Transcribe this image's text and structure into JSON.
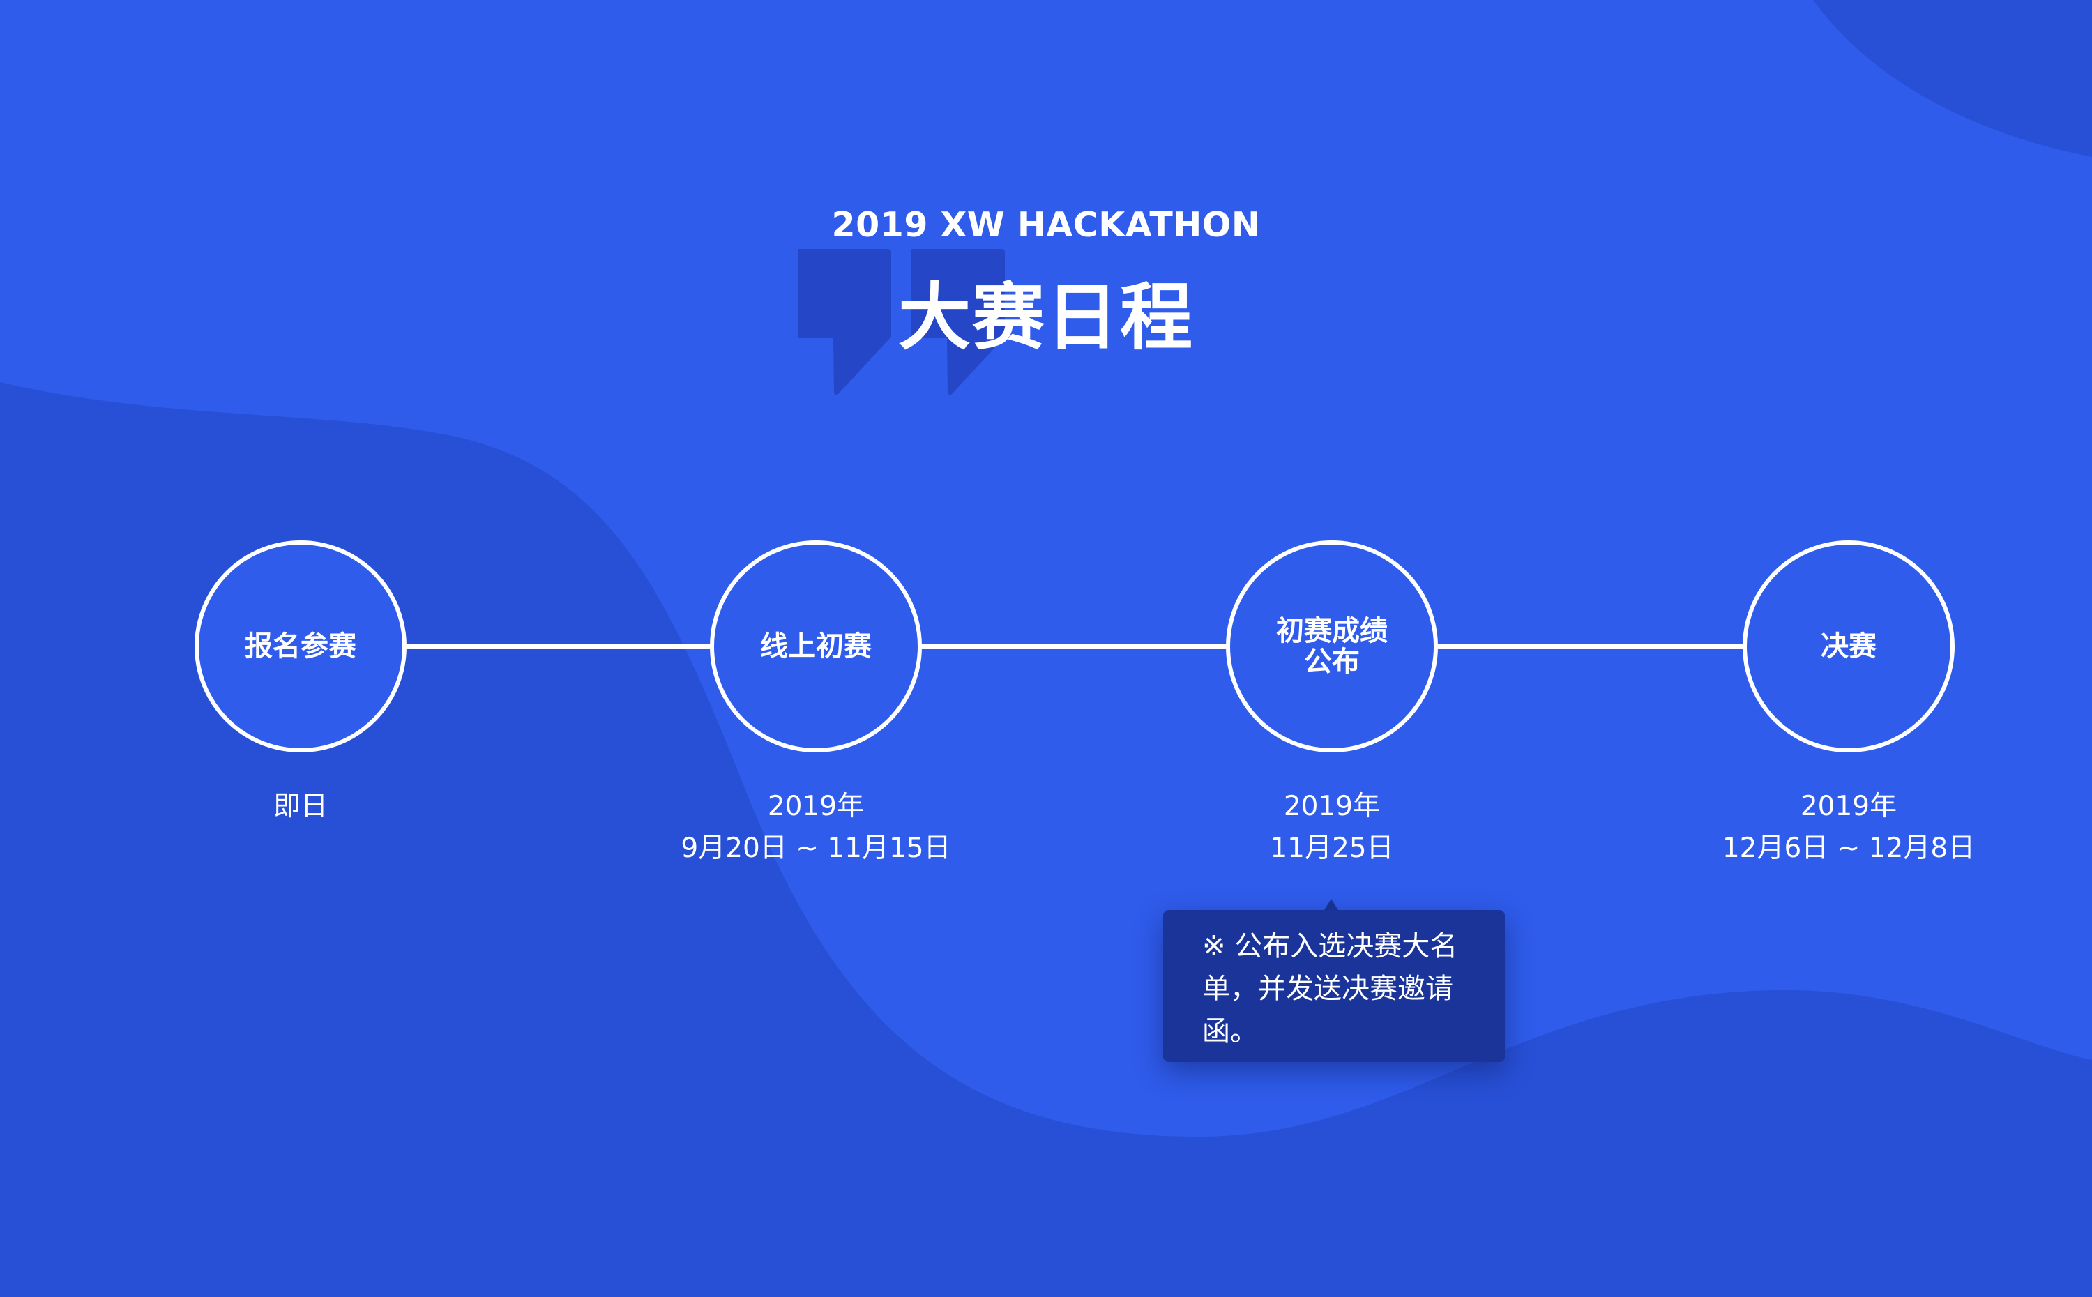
{
  "header": {
    "subtitle": "2019 XW HACKATHON",
    "title": "大赛日程"
  },
  "milestones": [
    {
      "label": "报名参赛",
      "date_line1": "即日",
      "date_line2": ""
    },
    {
      "label": "线上初赛",
      "date_line1": "2019年",
      "date_line2": "9月20日 ~ 11月15日"
    },
    {
      "label": "初赛成绩公布",
      "date_line1": "2019年",
      "date_line2": "11月25日"
    },
    {
      "label": "决赛",
      "date_line1": "2019年",
      "date_line2": "12月6日 ~ 12月8日"
    }
  ],
  "note": {
    "text": "※ 公布入选决赛大名单，并发送决赛邀请函。"
  },
  "icons": {
    "decoration": "quote-icon"
  },
  "colors": {
    "background": "#2f5ceb",
    "wave": "#2850d6",
    "note_background": "#1b349a",
    "text": "#ffffff"
  }
}
